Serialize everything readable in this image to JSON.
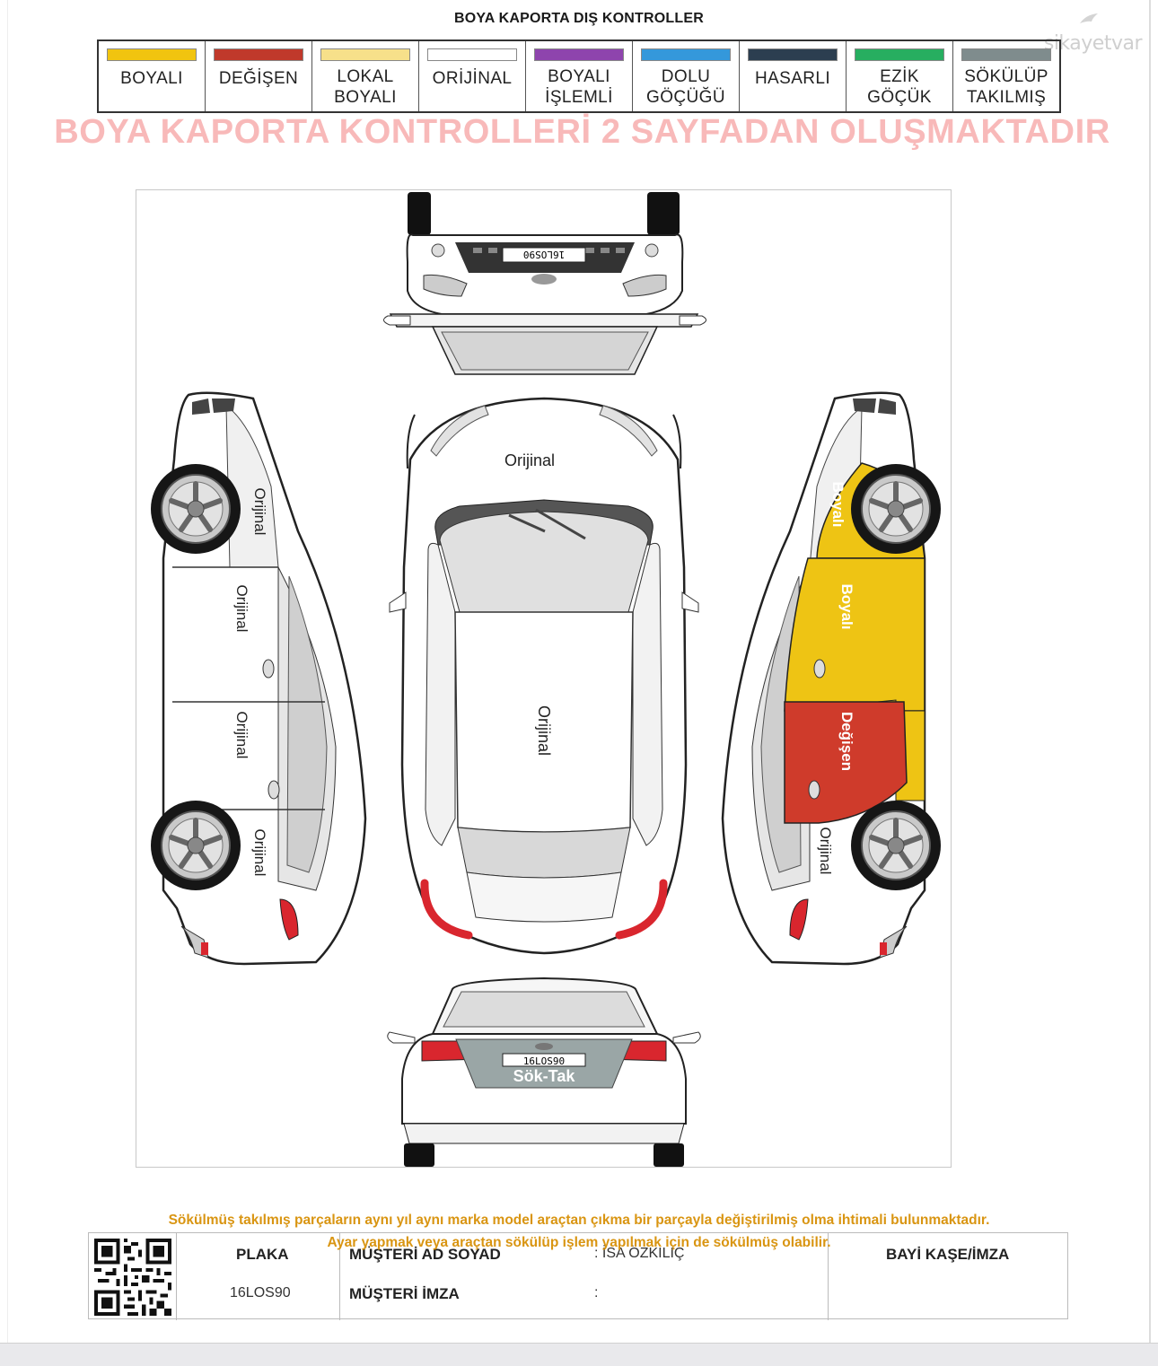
{
  "header": {
    "title": "BOYA KAPORTA DIŞ KONTROLLER",
    "watermark": "şikayetvar"
  },
  "legend": [
    {
      "label": "BOYALI",
      "color": "#f1c40f"
    },
    {
      "label": "DEĞİŞEN",
      "color": "#c0392b"
    },
    {
      "label": "LOKAL\nBOYALI",
      "color": "#f7e08a"
    },
    {
      "label": "ORİJİNAL",
      "color": "#ffffff"
    },
    {
      "label": "BOYALI\nİŞLEMLİ",
      "color": "#8e44ad"
    },
    {
      "label": "DOLU\nGÖÇÜĞÜ",
      "color": "#3498db"
    },
    {
      "label": "HASARLI",
      "color": "#2c3e50"
    },
    {
      "label": "EZİK\nGÖÇÜK",
      "color": "#27ae60"
    },
    {
      "label": "SÖKÜLÜP\nTAKILMIŞ",
      "color": "#7f8c8d"
    }
  ],
  "notice": "BOYA KAPORTA KONTROLLERİ 2 SAYFADAN OLUŞMAKTADIR",
  "diagram": {
    "plate_front": "16LOS90",
    "plate_rear": "16LOS90",
    "top_hood": "Orijinal",
    "top_roof": "Orijinal",
    "left_front_fender": "Orijinal",
    "left_front_door": "Orijinal",
    "left_rear_door": "Orijinal",
    "left_rear_fender": "Orijinal",
    "right_front_fender": "Boyalı",
    "right_front_door": "Boyalı",
    "right_rear_door": "Değişen",
    "right_rear_fender": "Orijinal",
    "rear_trunk": "Sök-Tak",
    "colors": {
      "boyali": "#eec414",
      "degisen": "#cf3b2b",
      "soktak": "#9aa6a6",
      "tail": "#d9262e"
    }
  },
  "disclaimer": {
    "line1": "Sökülmüş takılmış parçaların aynı yıl aynı marka model araçtan çıkma bir parçayla değiştirilmiş olma ihtimali bulunmaktadır.",
    "line2": "Ayar yapmak veya araçtan sökülüp işlem yapılmak için de sökülmüş olabilir."
  },
  "footer": {
    "plaka_label": "PLAKA",
    "plaka_value": "16LOS90",
    "customer_name_label": "MÜŞTERİ AD SOYAD",
    "customer_name_value": ": İSA ÖZKILIÇ",
    "customer_sign_label": "MÜŞTERİ İMZA",
    "customer_sign_value": ":",
    "dealer_label": "BAYİ KAŞE/İMZA"
  }
}
